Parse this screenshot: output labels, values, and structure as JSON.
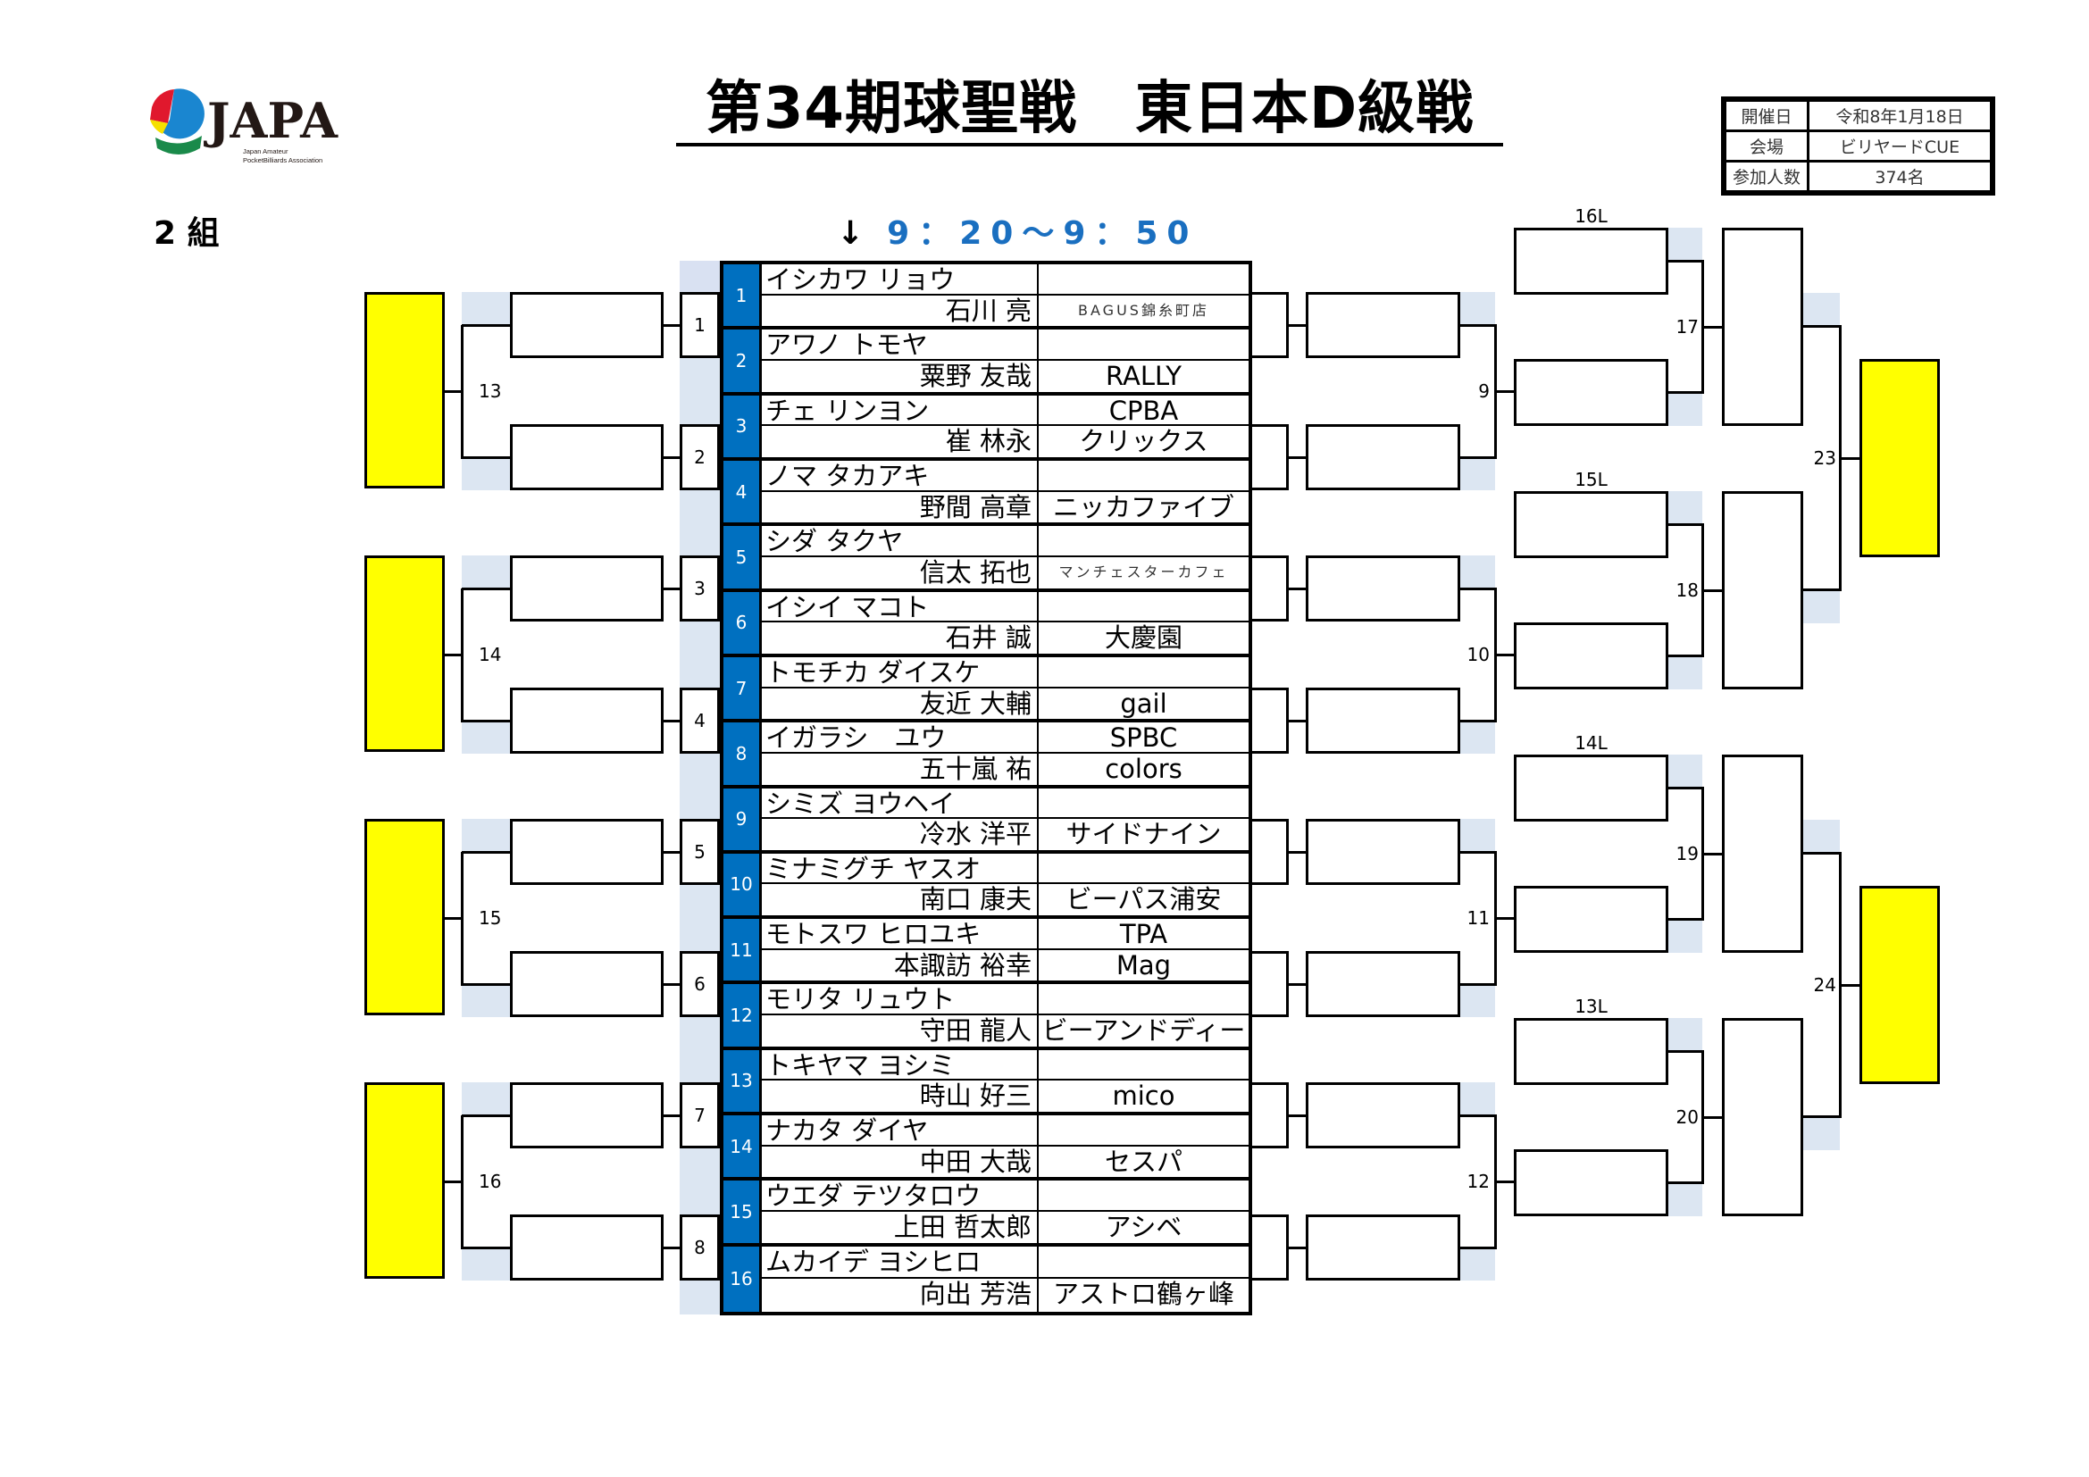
{
  "header": {
    "title": "第34期球聖戦　東日本D級戦",
    "logo_text": "JAPA",
    "logo_subtitle_1": "Japan Amateur",
    "logo_subtitle_2": "PocketBilliards Association",
    "group": "2 組",
    "time_arrow": "↓",
    "time": "9：20～9：50"
  },
  "info": [
    {
      "label": "開催日",
      "value": "令和8年1月18日"
    },
    {
      "label": "会場",
      "value": "ビリヤードCUE"
    },
    {
      "label": "参加人数",
      "value": "374名"
    }
  ],
  "players": [
    {
      "no": "1",
      "kana": "イシカワ リョウ",
      "name": "石川 亮",
      "club_top": "",
      "club": "BAGUS錦糸町店"
    },
    {
      "no": "2",
      "kana": "アワノ トモヤ",
      "name": "粟野 友哉",
      "club_top": "",
      "club": "RALLY"
    },
    {
      "no": "3",
      "kana": "チェ リンヨン",
      "name": "崔 林永",
      "club_top": "CPBA",
      "club": "クリックス"
    },
    {
      "no": "4",
      "kana": "ノマ タカアキ",
      "name": "野間 高章",
      "club_top": "",
      "club": "ニッカファイブ"
    },
    {
      "no": "5",
      "kana": "シダ タクヤ",
      "name": "信太 拓也",
      "club_top": "",
      "club": "マンチェスターカフェ"
    },
    {
      "no": "6",
      "kana": "イシイ マコト",
      "name": "石井 誠",
      "club_top": "",
      "club": "大慶園"
    },
    {
      "no": "7",
      "kana": "トモチカ ダイスケ",
      "name": "友近 大輔",
      "club_top": "",
      "club": "gail"
    },
    {
      "no": "8",
      "kana": "イガラシ　ユウ",
      "name": "五十嵐 祐",
      "club_top": "SPBC",
      "club": "colors"
    },
    {
      "no": "9",
      "kana": "シミズ ヨウヘイ",
      "name": "冷水 洋平",
      "club_top": "",
      "club": "サイドナイン"
    },
    {
      "no": "10",
      "kana": "ミナミグチ ヤスオ",
      "name": "南口 康夫",
      "club_top": "",
      "club": "ビーパス浦安"
    },
    {
      "no": "11",
      "kana": "モトスワ ヒロユキ",
      "name": "本諏訪 裕幸",
      "club_top": "TPA",
      "club": "Mag"
    },
    {
      "no": "12",
      "kana": "モリタ リュウト",
      "name": "守田 龍人",
      "club_top": "",
      "club": "ビーアンドディー"
    },
    {
      "no": "13",
      "kana": "トキヤマ ヨシミ",
      "name": "時山 好三",
      "club_top": "",
      "club": "mico"
    },
    {
      "no": "14",
      "kana": "ナカタ ダイヤ",
      "name": "中田 大哉",
      "club_top": "",
      "club": "セスパ"
    },
    {
      "no": "15",
      "kana": "ウエダ テツタロウ",
      "name": "上田 哲太郎",
      "club_top": "",
      "club": "アシベ"
    },
    {
      "no": "16",
      "kana": "ムカイデ ヨシヒロ",
      "name": "向出 芳浩",
      "club_top": "",
      "club": "アストロ鶴ヶ峰"
    }
  ],
  "bracket": {
    "left_match_labels": [
      "1",
      "2",
      "3",
      "4",
      "5",
      "6",
      "7",
      "8"
    ],
    "left_round2_labels": [
      "13",
      "14",
      "15",
      "16"
    ],
    "right_round1_labels": [
      "9",
      "10",
      "11",
      "12"
    ],
    "loser_slot_labels": [
      "16L",
      "15L",
      "14L",
      "13L"
    ],
    "right_round2_labels": [
      "17",
      "18",
      "19",
      "20"
    ],
    "right_final_labels": [
      "23",
      "24"
    ]
  },
  "colors": {
    "number_blue": "#0070c0",
    "winner_yellow": "#ffff00",
    "patch_blue": "#dce6f2",
    "time_blue": "#1a6fc0"
  }
}
